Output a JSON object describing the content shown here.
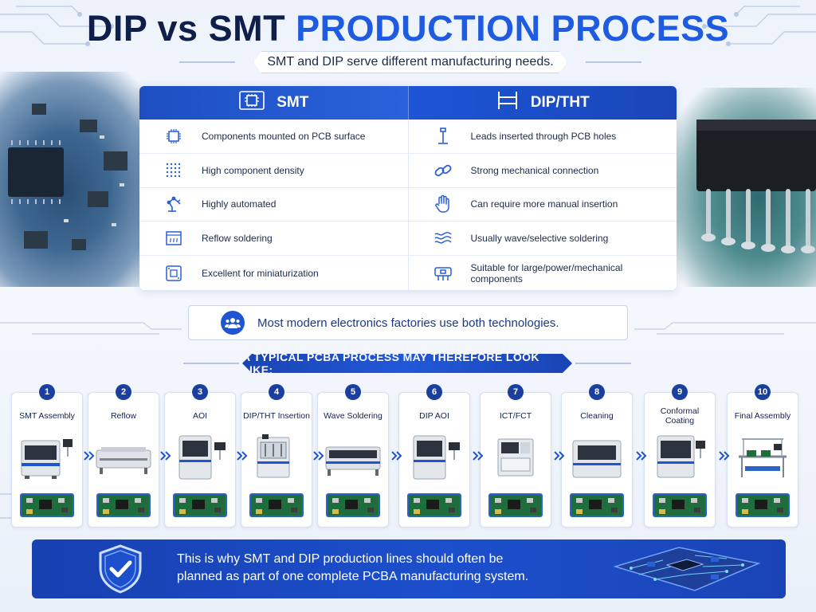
{
  "title": {
    "part1": "DIP vs SMT",
    "part2": "PRODUCTION PROCESS"
  },
  "subtitle": "SMT and DIP serve different manufacturing needs.",
  "comparison": {
    "smt": {
      "heading": "SMT",
      "rows": [
        {
          "icon": "chip-icon",
          "text": "Components mounted on PCB surface"
        },
        {
          "icon": "dot-grid-icon",
          "text": "High component density"
        },
        {
          "icon": "robot-arm-icon",
          "text": "Highly automated"
        },
        {
          "icon": "reflow-oven-icon",
          "text": "Reflow soldering"
        },
        {
          "icon": "mini-chip-icon",
          "text": "Excellent for miniaturization"
        }
      ]
    },
    "dip": {
      "heading": "DIP/THT",
      "rows": [
        {
          "icon": "pin-lead-icon",
          "text": "Leads inserted through PCB holes"
        },
        {
          "icon": "link-icon",
          "text": "Strong mechanical connection"
        },
        {
          "icon": "hand-icon",
          "text": "Can require more manual insertion"
        },
        {
          "icon": "wave-icon",
          "text": "Usually wave/selective soldering"
        },
        {
          "icon": "power-component-icon",
          "text": "Suitable for large/power/mechanical components"
        }
      ]
    }
  },
  "note": "Most modern electronics factories use both technologies.",
  "banner": "A TYPICAL PCBA PROCESS MAY THEREFORE LOOK LIKE:",
  "steps": [
    {
      "num": "1",
      "label": "SMT Assembly"
    },
    {
      "num": "2",
      "label": "Reflow"
    },
    {
      "num": "3",
      "label": "AOI"
    },
    {
      "num": "4",
      "label": "DIP/THT Insertion"
    },
    {
      "num": "5",
      "label": "Wave Soldering"
    },
    {
      "num": "6",
      "label": "DIP AOI"
    },
    {
      "num": "7",
      "label": "ICT/FCT"
    },
    {
      "num": "8",
      "label": "Cleaning"
    },
    {
      "num": "9",
      "label": "Conformal Coating"
    },
    {
      "num": "10",
      "label": "Final Assembly"
    }
  ],
  "footer": {
    "line1": "This is why SMT and DIP production lines should often be",
    "line2": "planned as part of one complete PCBA manufacturing system."
  },
  "colors": {
    "primary": "#1f55d0",
    "navy": "#0f1f4a",
    "accent": "#1f5be0"
  }
}
